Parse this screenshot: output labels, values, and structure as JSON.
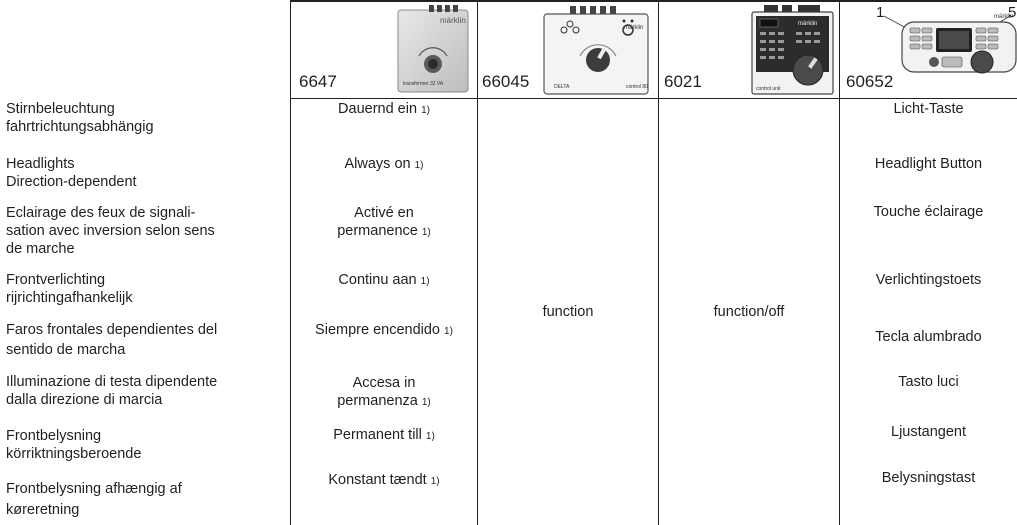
{
  "header": {
    "cols": [
      {
        "code": "6647",
        "device_caption": "transformer 32 VA",
        "brand": "märklin"
      },
      {
        "code": "66045",
        "device_caption": "control 80",
        "brand": "märklin",
        "sub_brand": "DELTA"
      },
      {
        "code": "6021",
        "device_caption": "control unit",
        "brand": "märklin"
      },
      {
        "code": "60652",
        "num_left": "1",
        "num_right": "5",
        "brand": "märklin"
      }
    ]
  },
  "rows": [
    {
      "label": "Stirnbeleuchtung fahrtrichtungsabhängig",
      "col1": "Dauernd ein",
      "col1_note": "1)",
      "col4": "Licht-Taste"
    },
    {
      "label": "Headlights Direction-dependent",
      "col1": "Always on",
      "col1_note": "1)",
      "col4": "Headlight Button"
    },
    {
      "label": "Eclairage des feux de signali-sation avec inversion selon sens de marche",
      "col1_a": "Activé en",
      "col1_b": "permanence",
      "col1_note": "1)",
      "col4": "Touche éclairage"
    },
    {
      "label": "Frontverlichting rijrichtingafhankelijk",
      "col1": "Continu aan",
      "col1_note": "1)",
      "col4": "Verlichtingstoets"
    },
    {
      "label": "Faros frontales dependientes del sentido de marcha",
      "col1": "Siempre encendido",
      "col1_note": "1)",
      "col4": "Tecla alumbrado"
    },
    {
      "label": "Illuminazione di testa dipendente dalla direzione di marcia",
      "col1_a": "Accesa in",
      "col1_b": "permanenza",
      "col1_note": "1)",
      "col4": "Tasto luci"
    },
    {
      "label": "Frontbelysning körriktningsberoende",
      "col1": "Permanent till",
      "col1_note": "1)",
      "col4": "Ljustangent"
    },
    {
      "label": "Frontbelysning afhængig af køreretning",
      "col1": "Konstant tændt",
      "col1_note": "1)",
      "col4": "Belysningstast"
    }
  ],
  "merged": {
    "col2": "function",
    "col3": "function/off"
  },
  "labels_split": {
    "r0": [
      "Stirnbeleuchtung",
      "fahrtrichtungsabhängig"
    ],
    "r1": [
      "Headlights",
      "Direction-dependent"
    ],
    "r2": [
      "Eclairage des feux de signali-",
      "sation avec inversion selon sens",
      "de marche"
    ],
    "r3": [
      "Frontverlichting",
      "rijrichtingafhankelijk"
    ],
    "r4": [
      "Faros frontales dependientes del",
      "sentido de marcha"
    ],
    "r5": [
      "Illuminazione di testa dipendente",
      "dalla direzione di marcia"
    ],
    "r6": [
      "Frontbelysning",
      "körriktningsberoende"
    ],
    "r7": [
      "Frontbelysning afhængig af",
      "køreretning"
    ]
  }
}
